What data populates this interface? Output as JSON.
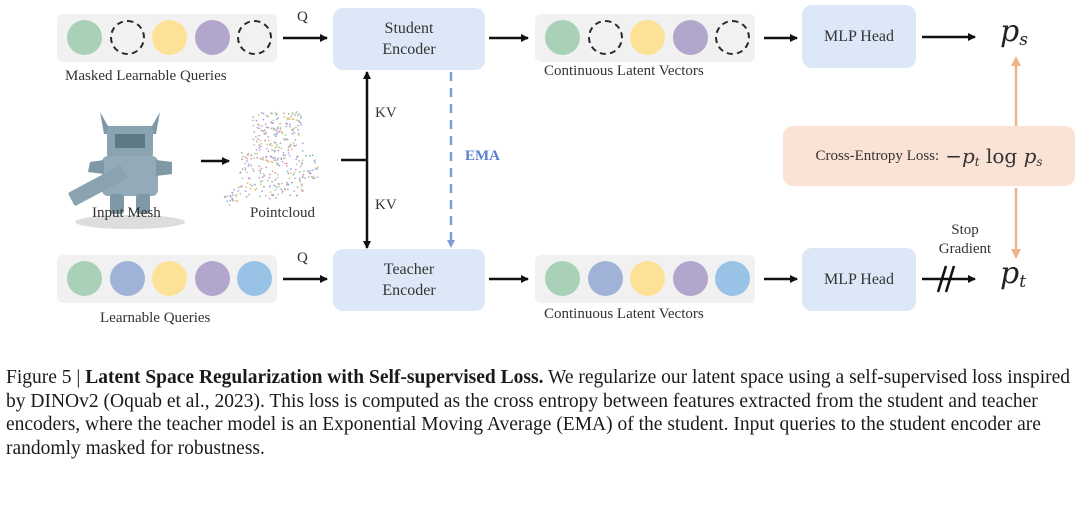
{
  "student_branch": {
    "queries_label": "Masked Learnable Queries",
    "queries": [
      {
        "color": "#a8d1b7",
        "masked": false
      },
      {
        "color": null,
        "masked": true
      },
      {
        "color": "#fde196",
        "masked": false
      },
      {
        "color": "#b3a6cc",
        "masked": false
      },
      {
        "color": null,
        "masked": true
      }
    ],
    "q_label": "Q",
    "encoder_label": "Student Encoder",
    "latents_label": "Continuous Latent Vectors",
    "latents": [
      {
        "color": "#a8d1b7",
        "masked": false
      },
      {
        "color": null,
        "masked": true
      },
      {
        "color": "#fde196",
        "masked": false
      },
      {
        "color": "#b3a6cc",
        "masked": false
      },
      {
        "color": null,
        "masked": true
      }
    ],
    "head_label": "MLP Head",
    "output_symbol": "p",
    "output_sub": "s"
  },
  "teacher_branch": {
    "queries_label": "Learnable Queries",
    "queries": [
      {
        "color": "#a8d1b7",
        "masked": false
      },
      {
        "color": "#a0b2d8",
        "masked": false
      },
      {
        "color": "#fde196",
        "masked": false
      },
      {
        "color": "#b3a6cc",
        "masked": false
      },
      {
        "color": "#98c3e6",
        "masked": false
      }
    ],
    "q_label": "Q",
    "encoder_label": "Teacher Encoder",
    "latents_label": "Continuous Latent Vectors",
    "latents": [
      {
        "color": "#a8d1b7",
        "masked": false
      },
      {
        "color": "#a0b2d8",
        "masked": false
      },
      {
        "color": "#fde196",
        "masked": false
      },
      {
        "color": "#b3a6cc",
        "masked": false
      },
      {
        "color": "#98c3e6",
        "masked": false
      }
    ],
    "head_label": "MLP Head",
    "stop_gradient_label": "Stop Gradient",
    "output_symbol": "p",
    "output_sub": "t"
  },
  "input": {
    "mesh_label": "Input Mesh",
    "pointcloud_label": "Pointcloud",
    "kv_top": "KV",
    "kv_bottom": "KV"
  },
  "ema_label": "EMA",
  "loss": {
    "label": "Cross-Entropy Loss:",
    "formula_prefix": "−",
    "formula_p1": "p",
    "formula_sub1": "t",
    "formula_log": "log",
    "formula_p2": "p",
    "formula_sub2": "s"
  },
  "colors": {
    "encoder_fill": "#dce8f7",
    "loss_fill": "#fae3d5",
    "ema": "#7f9ddb",
    "loss_arrow": "#eeb38b"
  },
  "caption": {
    "prefix": "Figure 5 | ",
    "title": "Latent Space Regularization with Self-supervised Loss.",
    "body": " We regularize our latent space using a self-supervised loss inspired by DINOv2 (Oquab et al., 2023). This loss is computed as the cross entropy between features extracted from the student and teacher encoders, where the teacher model is an Exponential Moving Average (EMA) of the student. Input queries to the student encoder are randomly masked for robustness."
  }
}
